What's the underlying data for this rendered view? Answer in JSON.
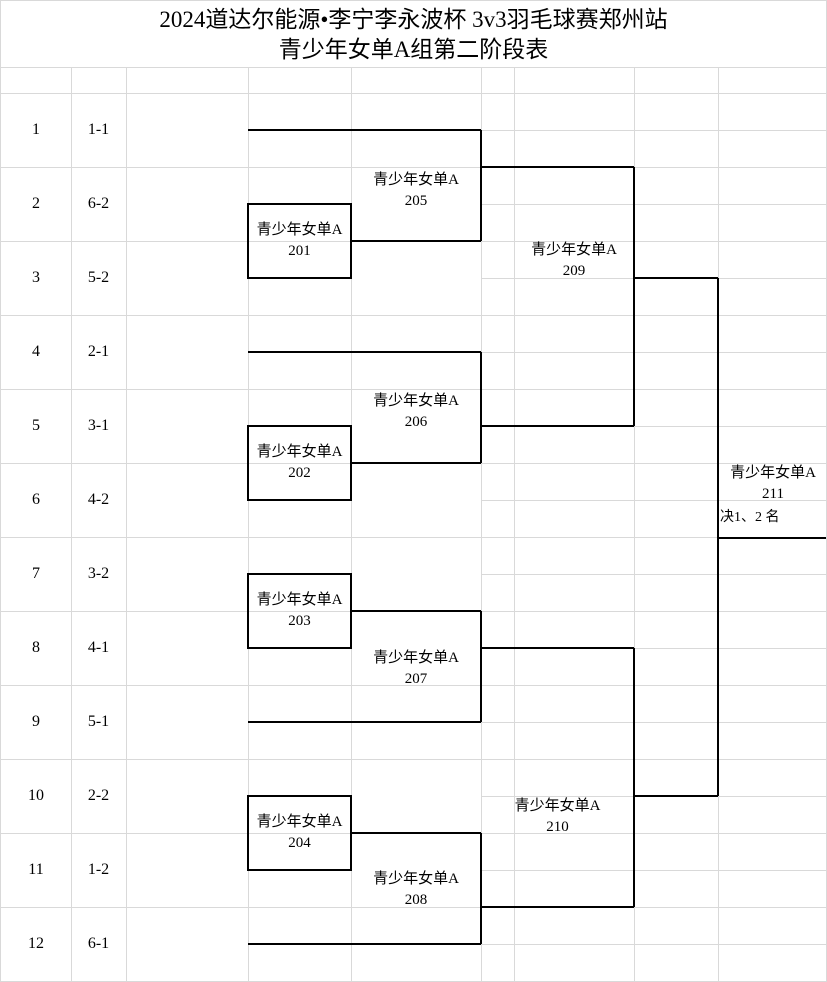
{
  "title": {
    "line1": "2024道达尔能源•李宁李永波杯 3v3羽毛球赛郑州站",
    "line2": "青少年女单A组第二阶段表"
  },
  "entries": [
    {
      "row": "1",
      "seed": "1-1"
    },
    {
      "row": "2",
      "seed": "6-2"
    },
    {
      "row": "3",
      "seed": "5-2"
    },
    {
      "row": "4",
      "seed": "2-1"
    },
    {
      "row": "5",
      "seed": "3-1"
    },
    {
      "row": "6",
      "seed": "4-2"
    },
    {
      "row": "7",
      "seed": "3-2"
    },
    {
      "row": "8",
      "seed": "4-1"
    },
    {
      "row": "9",
      "seed": "5-1"
    },
    {
      "row": "10",
      "seed": "2-2"
    },
    {
      "row": "11",
      "seed": "1-2"
    },
    {
      "row": "12",
      "seed": "6-1"
    }
  ],
  "matches": [
    {
      "code": "201",
      "label": "青少年女单A"
    },
    {
      "code": "202",
      "label": "青少年女单A"
    },
    {
      "code": "203",
      "label": "青少年女单A"
    },
    {
      "code": "204",
      "label": "青少年女单A"
    },
    {
      "code": "205",
      "label": "青少年女单A"
    },
    {
      "code": "206",
      "label": "青少年女单A"
    },
    {
      "code": "207",
      "label": "青少年女单A"
    },
    {
      "code": "208",
      "label": "青少年女单A"
    },
    {
      "code": "209",
      "label": "青少年女单A"
    },
    {
      "code": "210",
      "label": "青少年女单A"
    },
    {
      "code": "211",
      "label": "青少年女单A"
    }
  ],
  "final_note": "决1、2 名",
  "colors": {
    "background": "#ffffff",
    "grid": "#d9d9d9",
    "bracket_line": "#000000",
    "text": "#000000"
  }
}
